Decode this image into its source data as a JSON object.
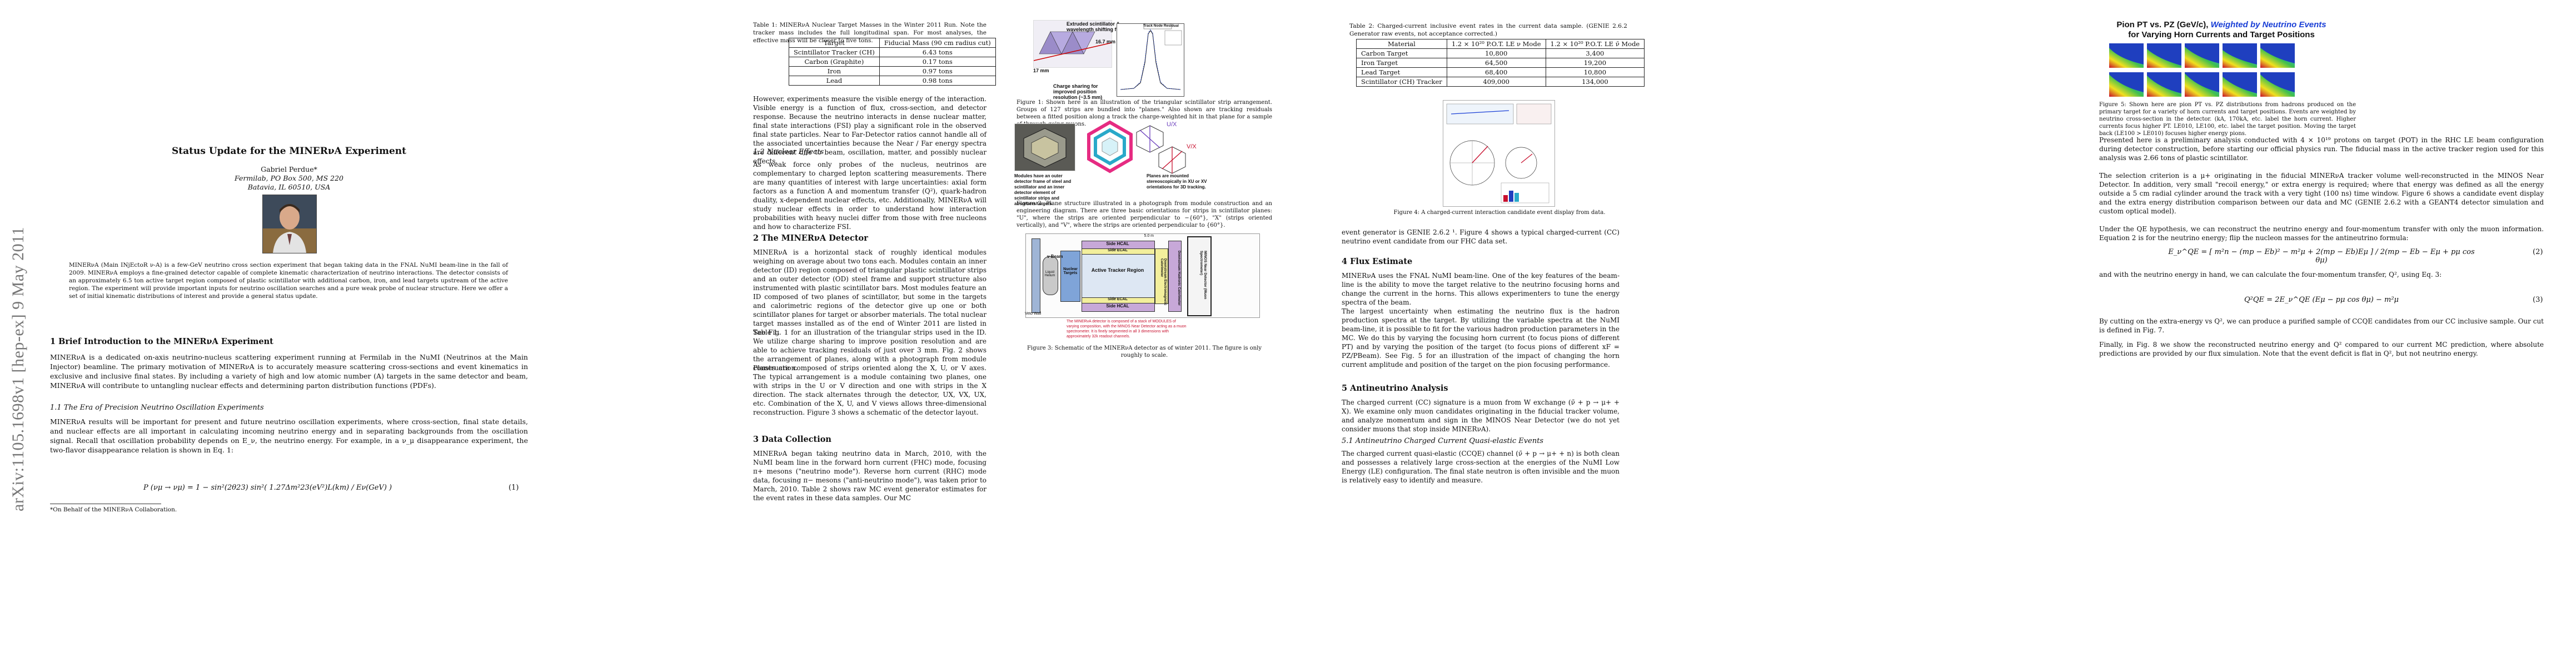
{
  "arxiv_stamp": "arXiv:1105.1698v1  [hep-ex]  9 May 2011",
  "page1": {
    "title": "Status Update for the MINERνA Experiment",
    "author": "Gabriel Perdue*",
    "affil1": "Fermilab, PO Box 500, MS 220",
    "affil2": "Batavia, IL 60510, USA",
    "abstract": "MINERνA (Main INjEctoR ν-A) is a few-GeV neutrino cross section experiment that began taking data in the FNAL NuMI beam-line in the fall of 2009. MINERνA employs a fine-grained detector capable of complete kinematic characterization of neutrino interactions. The detector consists of an approximately 6.5 ton active target region composed of plastic scintillator with additional carbon, iron, and lead targets upstream of the active region. The experiment will provide important inputs for neutrino oscillation searches and a pure weak probe of nuclear structure. Here we offer a set of initial kinematic distributions of interest and provide a general status update.",
    "sec1": "1   Brief Introduction to the MINERνA Experiment",
    "sec1_p1": "MINERνA is a dedicated on-axis neutrino-nucleus scattering experiment running at Fermilab in the NuMI (Neutrinos at the Main Injector) beamline. The primary motivation of MINERνA is to accurately measure scattering cross-sections and event kinematics in exclusive and inclusive final states. By including a variety of high and low atomic number (A) targets in the same detector and beam, MINERνA will contribute to untangling nuclear effects and determining parton distribution functions (PDFs).",
    "sec11": "1.1   The Era of Precision Neutrino Oscillation Experiments",
    "sec11_p1": "MINERνA results will be important for present and future neutrino oscillation experiments, where cross-section, final state details, and nuclear effects are all important in calculating incoming neutrino energy and in separating backgrounds from the oscillation signal. Recall that oscillation probability depends on E_ν, the neutrino energy. For example, in a ν_μ disappearance experiment, the two-flavor disappearance relation is shown in Eq. 1:",
    "eq1": "P (νμ → νμ) = 1 − sin²(2θ23) sin²( 1.27Δm²23(eV²)L(km) / Eν(GeV) )",
    "eq1_num": "(1)",
    "footnote": "*On Behalf of the MINERνA Collaboration."
  },
  "page2": {
    "table1_caption": "Table 1: MINERνA Nuclear Target Masses in the Winter 2011 Run. Note the tracker mass includes the full longitudinal span. For most analyses, the effective mass will be closer to five tons.",
    "table1": {
      "headers": [
        "Target",
        "Fiducial Mass (90 cm radius cut)"
      ],
      "rows": [
        [
          "Scintillator Tracker (CH)",
          "6.43 tons"
        ],
        [
          "Carbon (Graphite)",
          "0.17 tons"
        ],
        [
          "Iron",
          "0.97 tons"
        ],
        [
          "Lead",
          "0.98 tons"
        ]
      ]
    },
    "p1": "However, experiments measure the visible energy of the interaction. Visible energy is a function of flux, cross-section, and detector response. Because the neutrino interacts in dense nuclear matter, final state interactions (FSI) play a significant role in the observed final state particles. Near to Far-Detector ratios cannot handle all of the associated uncertainties because the Near / Far energy spectra are different due to beam, oscillation, matter, and possibly nuclear effects.",
    "sec12": "1.2   Nuclear Effects",
    "p2": "As weak force only probes of the nucleus, neutrinos are complementary to charged lepton scattering measurements. There are many quantities of interest with large uncertainties: axial form factors as a function A and momentum transfer (Q²), quark-hadron duality, x-dependent nuclear effects, etc. Additionally, MINERνA will study nuclear effects in order to understand how interaction probabilities with heavy nuclei differ from those with free nucleons and how to characterize FSI.",
    "sec2": "2   The MINERνA Detector",
    "p3": "MINERνA is a horizontal stack of roughly identical modules weighing on average about two tons each. Modules contain an inner detector (ID) region composed of triangular plastic scintillator strips and an outer detector (OD) steel frame and support structure also instrumented with plastic scintillator bars. Most modules feature an ID composed of two planes of scintillator, but some in the targets and calorimetric regions of the detector give up one or both scintillator planes for target or absorber materials. The total nuclear target masses installed as of the end of Winter 2011 are listed in Table 1.",
    "p4": "See Fig. 1 for an illustration of the triangular strips used in the ID. We utilize charge sharing to improve position resolution and are able to achieve tracking residuals of just over 3 mm. Fig. 2 shows the arrangement of planes, along with a photograph from module construction.",
    "p5": "Planes are composed of strips oriented along the X, U, or V axes. The typical arrangement is a module containing two planes, one with strips in the U or V direction and one with strips in the X direction. The stack alternates through the detector, UX, VX, UX, etc. Combination of the X, U, and V views allows three-dimensional reconstruction. Figure 3 shows a schematic of the detector layout.",
    "sec3": "3   Data Collection",
    "p6": "MINERνA began taking neutrino data in March, 2010, with the NuMI beam line in the forward horn current (FHC) mode, focusing π+ mesons (\"neutrino mode\"). Reverse horn current (RHC) mode data, focusing π− mesons (\"anti-neutrino mode\"), was taken prior to March, 2010. Table 2 shows raw MC event generator estimates for the event rates in these data samples. Our MC",
    "fig1_caption": "Figure 1: Shown here is an illustration of the triangular scintillator strip arrangement. Groups of 127 strips are bundled into \"planes.\" Also shown are tracking residuals between a fitted position along a track the charge-weighted hit in that plane for a sample of through-going muons.",
    "fig1_labels": {
      "extruded": "Extruded scintillator & wavelength shifting fibers",
      "w": "16.7 mm",
      "h": "17 mm",
      "charge": "Charge sharing for improved position resolution (~3.5 mm)",
      "plot_title": "Track Node Residual"
    },
    "fig2_caption": "Figure 2: Plane structure illustrated in a photograph from module construction and an engineering diagram. There are three basic orientations for strips in scintillator planes: \"U\", where the strips are oriented perpendicular to −{60°}, \"X\" (strips oriented vertically), and \"V\", where the strips are oriented perpendicular to {60°}.",
    "fig2_labels": {
      "photo": "Modules have an outer detector frame of steel and scintillator and an inner detector element of scintillator strips and absorbers/targets.",
      "planes": "Planes are mounted stereoscopically in XU or XV orientations for 3D tracking.",
      "ux": "U/X",
      "vx": "V/X"
    },
    "fig3_caption": "Figure 3: Schematic of the MINERνA detector as of winter 2011. The figure is only roughly to scale.",
    "fig3_labels": {
      "side_hcal_t": "Side HCAL",
      "side_ecal_t": "Side ECAL",
      "tracker": "Active Tracker Region",
      "side_ecal_b": "Side ECAL",
      "side_hcal_b": "Side HCAL",
      "nuclear": "Nuclear Targets",
      "ecal": "Downstream Electromagnetic Calorimeter",
      "hcal": "Downstream Hadronic Calorimeter",
      "minos": "MINOS Near Detector (Muon Spectrometer)",
      "beam": "ν Beam",
      "veto": "Veto Wall",
      "lhe": "Liquid Helium",
      "scale": "5.0 m",
      "note": "The MINERνA detector is composed of a stack of MODULES of varying composition, with the MINOS Near Detector acting as a muon spectrometer. It is finely segmented in all 3 dimensions with approximately 32k readout channels."
    }
  },
  "page3": {
    "table2_caption": "Table 2: Charged-current inclusive event rates in the current data sample. (GENIE 2.6.2 Generator raw events, not acceptance corrected.)",
    "table2": {
      "headers": [
        "Material",
        "1.2 × 10²⁰ P.O.T. LE ν Mode",
        "1.2 × 10²⁰ P.O.T. LE ν̄ Mode"
      ],
      "rows": [
        [
          "Carbon Target",
          "10,800",
          "3,400"
        ],
        [
          "Iron Target",
          "64,500",
          "19,200"
        ],
        [
          "Lead Target",
          "68,400",
          "10,800"
        ],
        [
          "Scintillator (CH) Tracker",
          "409,000",
          "134,000"
        ]
      ]
    },
    "fig4_caption": "Figure 4: A charged-current interaction candidate event display from data.",
    "p1": "event generator is GENIE 2.6.2 ¹. Figure 4 shows a typical charged-current (CC) neutrino event candidate from our FHC data set.",
    "sec4": "4   Flux Estimate",
    "p2": "MINERνA uses the FNAL NuMI beam-line. One of the key features of the beam-line is the ability to move the target relative to the neutrino focusing horns and change the current in the horns. This allows experimenters to tune the energy spectra of the beam.",
    "p3": "The largest uncertainty when estimating the neutrino flux is the hadron production spectra at the target. By utilizing the variable spectra at the NuMI beam-line, it is possible to fit for the various hadron production parameters in the MC. We do this by varying the focusing horn current (to focus pions of different PT) and by varying the position of the target (to focus pions of different xF = PZ/PBeam). See Fig. 5 for an illustration of the impact of changing the horn current amplitude and position of the target on the pion focusing performance.",
    "sec5": "5   Antineutrino Analysis",
    "p4": "The charged current (CC) signature is a muon from W exchange (ν̄ + p → μ+ + X). We examine only muon candidates originating in the fiducial tracker volume, and analyze momentum and sign in the MINOS Near Detector (we do not yet consider muons that stop inside MINERνA).",
    "sec51": "5.1   Antineutrino Charged Current Quasi-elastic Events",
    "p5": "The charged current quasi-elastic (CCQE) channel (ν̄ + p → μ+ + n) is both clean and possesses a relatively large cross-section at the energies of the NuMI Low Energy (LE) configuration. The final state neutron is often invisible and the muon is relatively easy to identify and measure."
  },
  "page4": {
    "fig5_title_line1": "Pion PT vs. PZ (GeV/c),",
    "fig5_title_accent": "Weighted by Neutrino Events",
    "fig5_title_line2": "for Varying Horn Currents and Target Positions",
    "fig5_caption": "Figure 5: Shown here are pion PT vs. PZ distributions from hadrons produced on the primary target for a variety of horn currents and target positions. Events are weighted by neutrino cross-section in the detector. (kA, 170kA, etc. label the horn current. Higher currents focus higher PT. LE010, LE100, etc. label the target position. Moving the target back (LE100 > LE010) focuses higher energy pions.",
    "p1": "Presented here is a preliminary analysis conducted with 4 × 10¹⁹ protons on target (POT) in the RHC LE beam configuration during detector construction, before starting our official physics run. The fiducial mass in the active tracker region used for this analysis was 2.66 tons of plastic scintillator.",
    "p2": "The selection criterion is a μ+ originating in the fiducial MINERνA tracker volume well-reconstructed in the MINOS Near Detector. In addition, very small \"recoil energy,\" or extra energy is required; where that energy was defined as all the energy outside a 5 cm radial cylinder around the track with a very tight (100 ns) time window. Figure 6 shows a candidate event display and the extra energy distribution comparison between our data and MC (GENIE 2.6.2 with a GEANT4 detector simulation and custom optical model).",
    "p3": "Under the QE hypothesis, we can reconstruct the neutrino energy and four-momentum transfer with only the muon information. Equation 2 is for the neutrino energy; flip the nucleon masses for the antineutrino formula:",
    "eq2": "E_ν^QE = [ m²n − (mp − Eb)² − m²μ + 2(mp − Eb)Eμ ] / 2(mp − Eb − Eμ + pμ cos θμ)",
    "eq2_num": "(2)",
    "p4": "and with the neutrino energy in hand, we can calculate the four-momentum transfer, Q², using Eq. 3:",
    "eq3": "Q²QE = 2E_ν^QE (Eμ − pμ cos θμ) − m²μ",
    "eq3_num": "(3)",
    "p5": "By cutting on the extra-energy vs Q², we can produce a purified sample of CCQE candidates from our CC inclusive sample. Our cut is defined in Fig. 7.",
    "p6": "Finally, in Fig. 8 we show the reconstructed neutrino energy and Q² compared to our current MC prediction, where absolute predictions are provided by our flux simulation. Note that the event deficit is flat in Q², but not neutrino energy."
  },
  "colors": {
    "accent_blue": "#1a3fd6",
    "plot_jet_high": "#c8102e",
    "plot_jet_low": "#1f3fbf"
  }
}
